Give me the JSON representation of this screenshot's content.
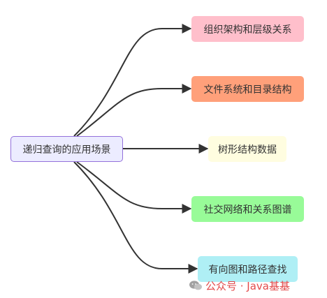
{
  "root": {
    "label": "递归查询的应用场景"
  },
  "nodes": [
    {
      "label": "组织架构和层级关系",
      "color": "#FFBFCB"
    },
    {
      "label": "文件系统和目录结构",
      "color": "#FFA07A"
    },
    {
      "label": "树形结构数据",
      "color": "#FFFDE0"
    },
    {
      "label": "社交网络和关系图谱",
      "color": "#98FB98"
    },
    {
      "label": "有向图和路径查找",
      "color": "#AFEFF5"
    }
  ],
  "watermark": {
    "text": "公众号 · Java基基",
    "icon": "wechat-icon"
  },
  "colors": {
    "root_fill": "#ECECFF",
    "root_border": "#9370DB",
    "edge": "#333333",
    "watermark": "#E03C3C"
  }
}
